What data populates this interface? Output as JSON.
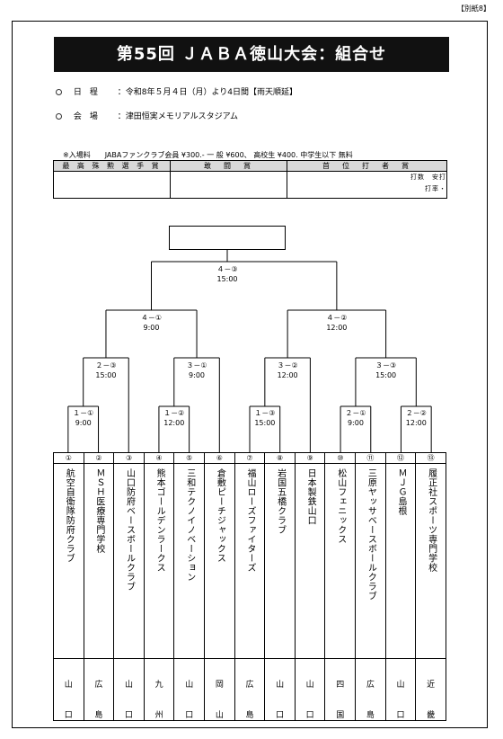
{
  "page_tag": "【別紙8】",
  "title": "第55回 ＪＡＢＡ徳山大会：組合せ",
  "schedule": {
    "label": "日　程",
    "value": "：令和8年５月４日（月）より4日間【雨天順延】"
  },
  "venue": {
    "label": "会　場",
    "value": "：津田恒実メモリアルスタジアム"
  },
  "admission": "※入場料　　JABAファンクラブ会員  ¥300.-  一 般  ¥600、  高校生  ¥400. 中学生以下  無料",
  "awards": {
    "headers": [
      "最 高 殊 勲 選 手 賞",
      "敢　闘　賞",
      "首　位　打　者　賞"
    ],
    "stats_line1": "打数　安打",
    "stats_line2": "打率・"
  },
  "matches": {
    "r1": [
      {
        "no": "１－①",
        "time": "9:00"
      },
      {
        "no": "１－②",
        "time": "12:00"
      },
      {
        "no": "１－③",
        "time": "15:00"
      },
      {
        "no": "２－①",
        "time": "9:00"
      },
      {
        "no": "２－②",
        "time": "12:00"
      }
    ],
    "r2": [
      {
        "no": "２－③",
        "time": "15:00"
      },
      {
        "no": "３－①",
        "time": "9:00"
      },
      {
        "no": "３－②",
        "time": "12:00"
      },
      {
        "no": "３－③",
        "time": "15:00"
      }
    ],
    "semi": [
      {
        "no": "４－①",
        "time": "9:00"
      },
      {
        "no": "４－②",
        "time": "12:00"
      }
    ],
    "final": {
      "no": "４－③",
      "time": "15:00"
    }
  },
  "teams": [
    {
      "no": "①",
      "name": "航空自衛隊防府クラブ",
      "pref": [
        "山",
        "口"
      ]
    },
    {
      "no": "②",
      "name": "ＭＳＨ医療専門学校",
      "pref": [
        "広",
        "島"
      ]
    },
    {
      "no": "③",
      "name": "山口防府ベースボールクラブ",
      "pref": [
        "山",
        "口"
      ]
    },
    {
      "no": "④",
      "name": "熊本ゴールデンラークス",
      "pref": [
        "九",
        "州"
      ]
    },
    {
      "no": "⑤",
      "name": "三和テクノイノベーション",
      "pref": [
        "山",
        "口"
      ]
    },
    {
      "no": "⑥",
      "name": "倉敷ピーチジャックス",
      "pref": [
        "岡",
        "山"
      ]
    },
    {
      "no": "⑦",
      "name": "福山ローズファイターズ",
      "pref": [
        "広",
        "島"
      ]
    },
    {
      "no": "⑧",
      "name": "岩国五橋クラブ",
      "pref": [
        "山",
        "口"
      ]
    },
    {
      "no": "⑨",
      "name": "日本製鉄山口",
      "pref": [
        "山",
        "口"
      ]
    },
    {
      "no": "⑩",
      "name": "松山フェニックス",
      "pref": [
        "四",
        "国"
      ]
    },
    {
      "no": "⑪",
      "name": "三原ヤッサベースボールクラブ",
      "pref": [
        "広",
        "島"
      ]
    },
    {
      "no": "⑫",
      "name": "ＭＪＧ島根",
      "pref": [
        "山",
        "口"
      ]
    },
    {
      "no": "⑬",
      "name": "履正社スポーツ専門学校",
      "pref": [
        "近",
        "畿"
      ]
    }
  ]
}
